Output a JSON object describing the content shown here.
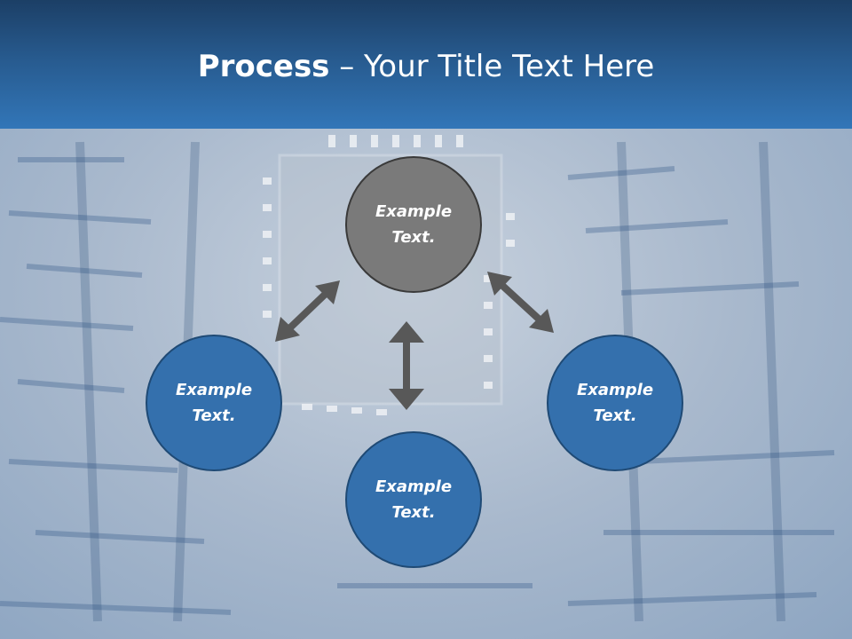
{
  "title": {
    "bold": "Process",
    "rest": " – Your Title Text Here"
  },
  "nodes": {
    "top": "Example Text.",
    "left": "Example Text.",
    "bottom": "Example Text.",
    "right": "Example Text."
  },
  "colors": {
    "header_dark": "#1c3f66",
    "header_light": "#3276b8",
    "node_blue": "#3470ad",
    "node_gray": "#7a7a7a",
    "arrow_gray": "#585858",
    "background": "#9db0c8"
  }
}
